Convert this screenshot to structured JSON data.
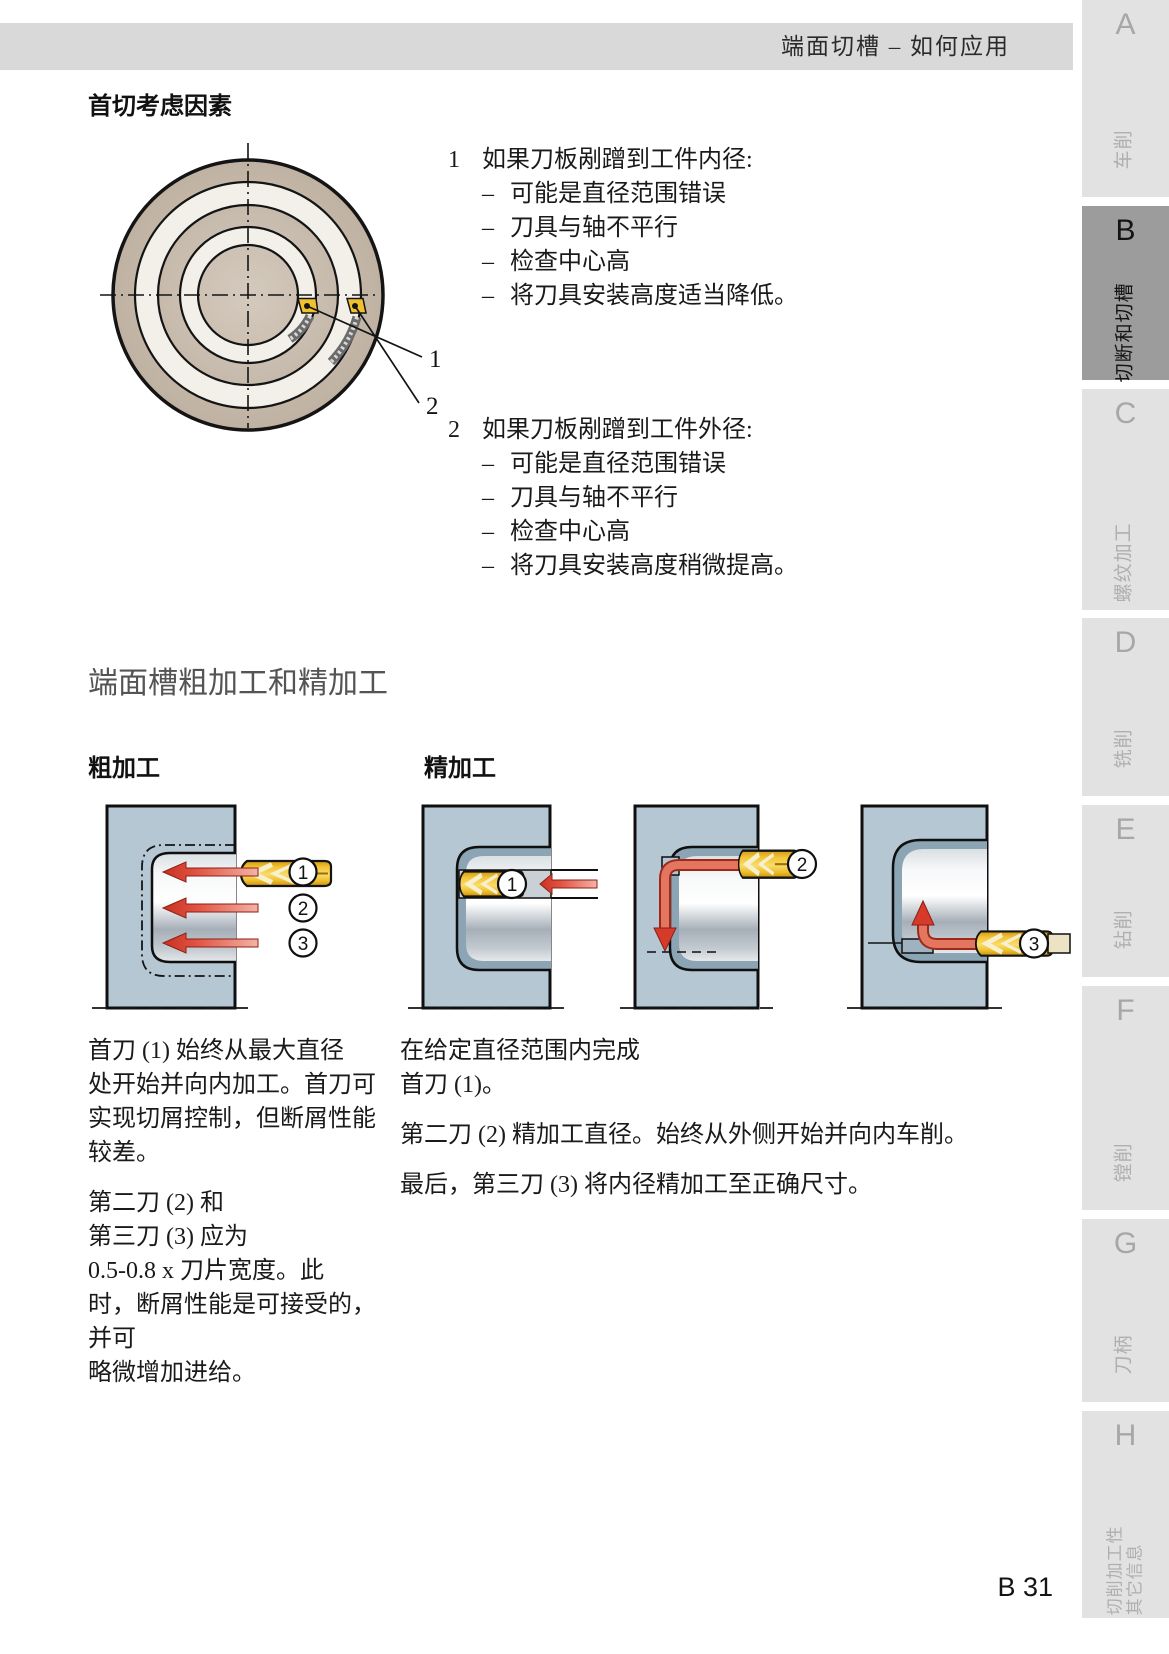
{
  "header": {
    "title": "端面切槽 – 如何应用"
  },
  "sidebar": {
    "tabs": [
      {
        "letter": "A",
        "label": "车削"
      },
      {
        "letter": "B",
        "label": "切断和切槽"
      },
      {
        "letter": "C",
        "label": "螺纹加工"
      },
      {
        "letter": "D",
        "label": "铣削"
      },
      {
        "letter": "E",
        "label": "钻削"
      },
      {
        "letter": "F",
        "label": "镗削"
      },
      {
        "letter": "G",
        "label": "刀柄"
      },
      {
        "letter": "H",
        "label": "切削加工性\n其它信息"
      }
    ],
    "active_letter": "B"
  },
  "section1": {
    "title": "首切考虑因素",
    "marker": "–",
    "diagram": {
      "labels": [
        "1",
        "2"
      ]
    },
    "items": [
      {
        "num": "1",
        "lead": "如果刀板剐蹭到工件内径:",
        "bullets": [
          "可能是直径范围错误",
          "刀具与轴不平行",
          "检查中心高",
          "将刀具安装高度适当降低。"
        ]
      },
      {
        "num": "2",
        "lead": "如果刀板剐蹭到工件外径:",
        "bullets": [
          "可能是直径范围错误",
          "刀具与轴不平行",
          "检查中心高",
          "将刀具安装高度稍微提高。"
        ]
      }
    ]
  },
  "section2": {
    "title": "端面槽粗加工和精加工",
    "roughing": {
      "heading": "粗加工",
      "steps": [
        "1",
        "2",
        "3"
      ],
      "paragraphs": [
        "首刀 (1) 始终从最大直径\n处开始并向内加工。首刀可\n实现切屑控制，但断屑性能\n较差。",
        "第二刀 (2) 和\n第三刀 (3) 应为\n0.5-0.8 x 刀片宽度。此\n时，断屑性能是可接受的，\n并可\n略微增加进给。"
      ]
    },
    "finishing": {
      "heading": "精加工",
      "steps": [
        "1",
        "2",
        "3"
      ],
      "paragraphs": [
        "在给定直径范围内完成\n首刀 (1)。",
        "第二刀 (2) 精加工直径。始终从外侧开始并向内车削。",
        "最后，第三刀 (3) 将内径精加工至正确尺寸。"
      ]
    }
  },
  "footer": {
    "page_number": "B 31"
  }
}
